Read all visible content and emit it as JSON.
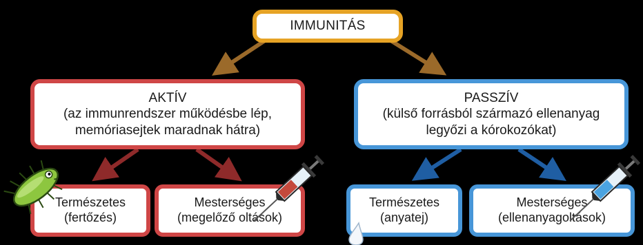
{
  "root": {
    "label": "IMMUNITÁS"
  },
  "active": {
    "title": "AKTÍV",
    "line1": "(az immunrendszer működésbe lép,",
    "line2": "memóriasejtek maradnak hátra)"
  },
  "passive": {
    "title": "PASSZÍV",
    "line1": "(külső forrásból származó ellenanyag",
    "line2": "legyőzi a kórokozókat)"
  },
  "leaves": [
    {
      "title": "Természetes",
      "detail": "(fertőzés)"
    },
    {
      "title": "Mesterséges",
      "detail": "(megelőző oltások)"
    },
    {
      "title": "Természetes",
      "detail": "(anyatej)"
    },
    {
      "title": "Mesterséges",
      "detail": "(ellenanyagoltások)"
    }
  ],
  "colors": {
    "root_border": "#e6a325",
    "root_arrow": "#9b6a2a",
    "active_border": "#cf4646",
    "active_arrow": "#8e2a2a",
    "passive_border": "#4796d8",
    "passive_arrow": "#1f5ea3",
    "background": "#000000"
  },
  "icons": [
    "bacterium-icon",
    "syringe-icon",
    "syringe-icon",
    "milk-drop-icon"
  ]
}
